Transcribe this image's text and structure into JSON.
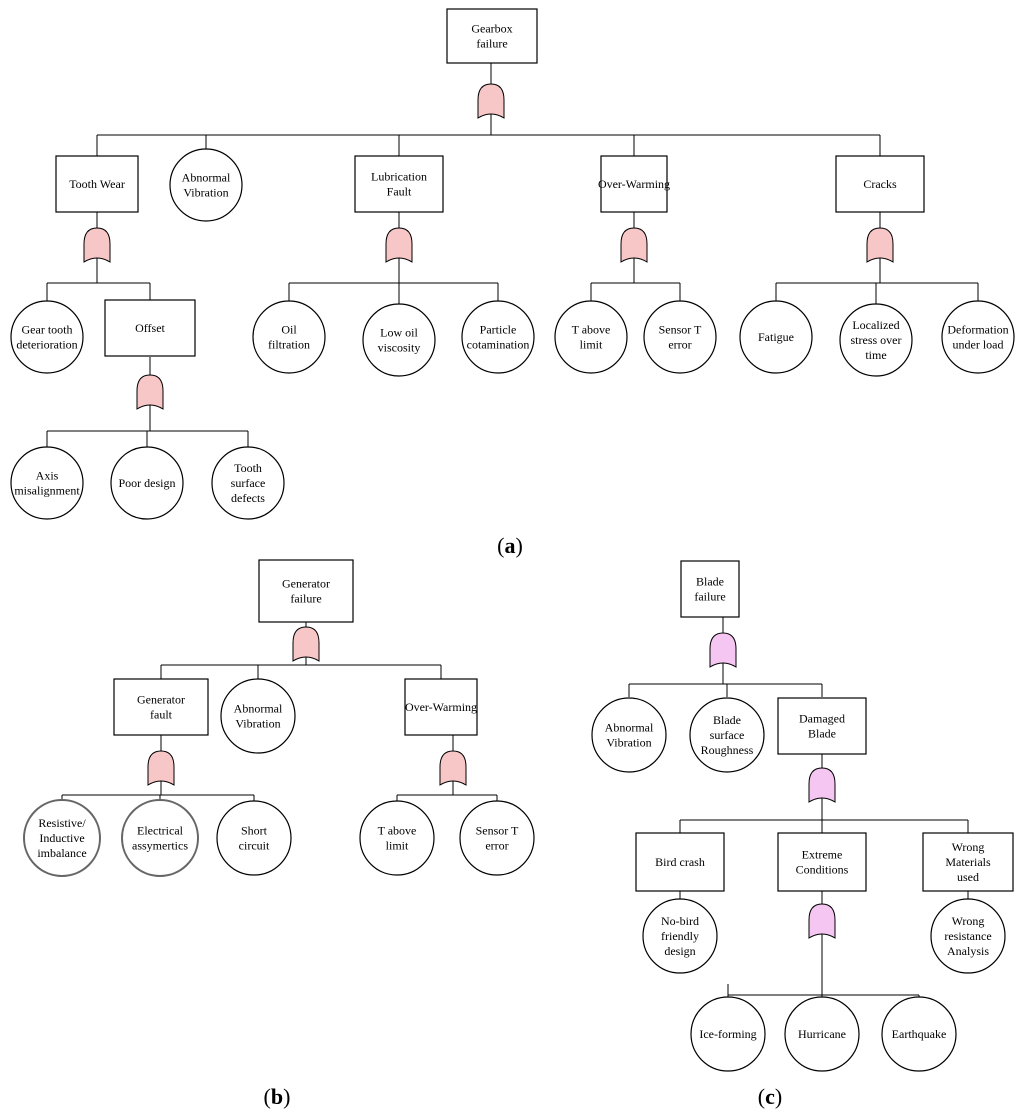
{
  "colors": {
    "gate_pink": "#f7c6c6",
    "gate_violet": "#f5c6f2",
    "line": "#000000"
  },
  "panels": {
    "a": {
      "label_open": "(",
      "label_letter": "a",
      "label_close": ")",
      "top": "Gearbox failure",
      "tooth_wear": "Tooth Wear",
      "abnormal_vibration": "Abnormal Vibration",
      "lubrication_fault": "Lubrication Fault",
      "over_warming": "Over-Warming",
      "cracks": "Cracks",
      "gear_tooth_deterioration": "Gear tooth deterioration",
      "offset": "Offset",
      "oil_filtration": "Oil filtration",
      "low_oil_viscosity": "Low oil viscosity",
      "particle_contamination": "Particle cotamination",
      "t_above_limit": "T above limit",
      "sensor_t_error": "Sensor T error",
      "fatigue": "Fatigue",
      "localized_stress": "Localized stress over time",
      "deformation_under_load": "Deformation under load",
      "axis_misalignment": "Axis misalignment",
      "poor_design": "Poor design",
      "tooth_surface_defects": "Tooth surface defects"
    },
    "b": {
      "label_open": "(",
      "label_letter": "b",
      "label_close": ")",
      "top": "Generator failure",
      "generator_fault": "Generator fault",
      "abnormal_vibration": "Abnormal Vibration",
      "over_warming": "Over-Warming",
      "resistive_imbalance": "Resistive/ Inductive imbalance",
      "electrical_asymmetries": "Electrical assymertics",
      "short_circuit": "Short circuit",
      "t_above_limit": "T above limit",
      "sensor_t_error": "Sensor T error"
    },
    "c": {
      "label_open": "(",
      "label_letter": "c",
      "label_close": ")",
      "top": "Blade failure",
      "abnormal_vibration": "Abnormal Vibration",
      "blade_surface_roughness": "Blade surface Roughness",
      "damaged_blade": "Damaged Blade",
      "bird_crash": "Bird crash",
      "extreme_conditions": "Extreme Conditions",
      "wrong_materials": "Wrong Materials used",
      "no_bird_friendly_design": "No-bird friendly design",
      "wrong_resistance_analysis": "Wrong resistance Analysis",
      "ice_forming": "Ice-forming",
      "hurricane": "Hurricane",
      "earthquake": "Earthquake"
    }
  }
}
